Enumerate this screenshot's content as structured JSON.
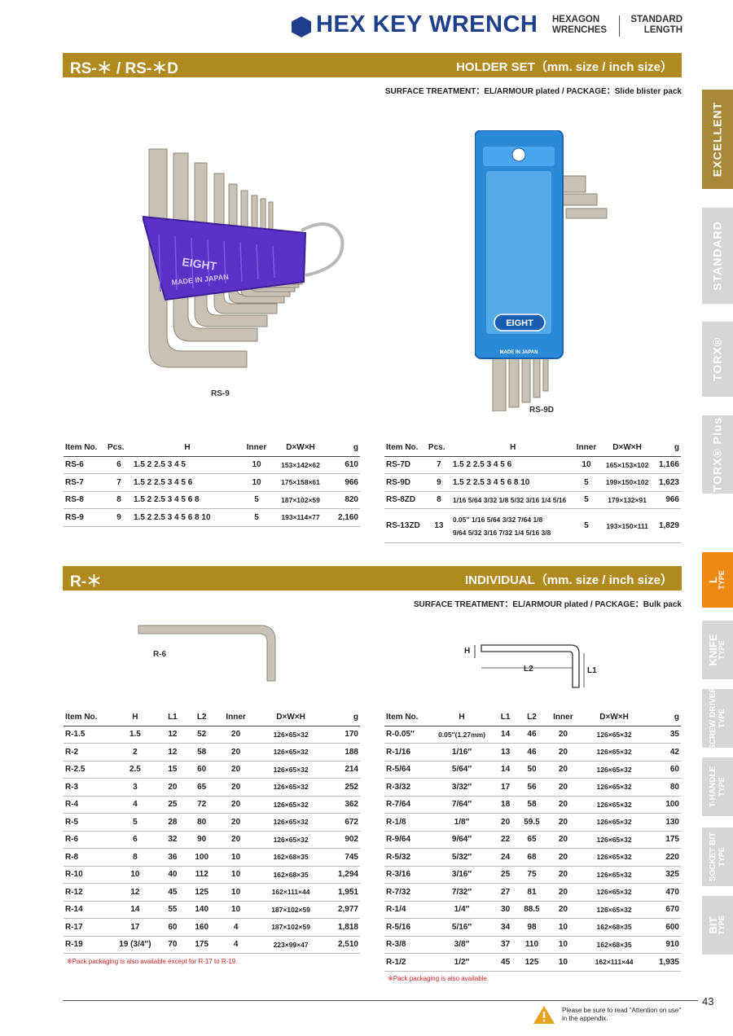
{
  "header": {
    "title": "HEX KEY WRENCH",
    "sub1_line1": "HEXAGON",
    "sub1_line2": "WRENCHES",
    "sub2_line1": "STANDARD",
    "sub2_line2": "LENGTH"
  },
  "section1": {
    "code": "RS-＊ / RS-＊D",
    "heading": "HOLDER SET（mm. size / inch size）",
    "surface": "SURFACE TREATMENT：EL/ARMOUR plated / PACKAGE：Slide blister pack",
    "photo_left_label": "RS-9",
    "photo_right_label": "RS-9D",
    "holder_text_left": "EIGHT",
    "holder_text_left2": "MADE IN JAPAN",
    "holder_text_right": "EIGHT",
    "holder_text_right2": "MADE IN JAPAN",
    "table_left": {
      "headers": [
        "Item No.",
        "Pcs.",
        "H",
        "Inner",
        "D×W×H",
        "g"
      ],
      "rows": [
        {
          "item": "RS-6",
          "pcs": "6",
          "h": "1.5  2  2.5  3  4  5",
          "inner": "10",
          "dwh": "153×142×62",
          "g": "610"
        },
        {
          "item": "RS-7",
          "pcs": "7",
          "h": "1.5  2  2.5  3  4  5  6",
          "inner": "10",
          "dwh": "175×158×61",
          "g": "966"
        },
        {
          "item": "RS-8",
          "pcs": "8",
          "h": "1.5  2  2.5  3  4  5  6  8",
          "inner": "5",
          "dwh": "187×102×59",
          "g": "820"
        },
        {
          "item": "RS-9",
          "pcs": "9",
          "h": "1.5  2  2.5  3  4  5  6  8  10",
          "inner": "5",
          "dwh": "193×114×77",
          "g": "2,160"
        }
      ]
    },
    "table_right": {
      "headers": [
        "Item No.",
        "Pcs.",
        "H",
        "Inner",
        "D×W×H",
        "g"
      ],
      "rows": [
        {
          "item": "RS-7D",
          "pcs": "7",
          "h": "1.5  2  2.5  3  4  5  6",
          "inner": "10",
          "dwh": "165×153×102",
          "g": "1,166"
        },
        {
          "item": "RS-9D",
          "pcs": "9",
          "h": "1.5  2  2.5  3  4  5  6  8  10",
          "inner": "5",
          "dwh": "199×150×102",
          "g": "1,623"
        },
        {
          "item": "RS-8ZD",
          "pcs": "8",
          "h": "1/16  5/64  3/32  1/8  5/32  3/16  1/4  5/16",
          "inner": "5",
          "dwh": "179×132×91",
          "g": "966"
        }
      ],
      "last_row": {
        "item": "RS-13ZD",
        "pcs": "13",
        "h1": "0.05″  1/16  5/64  3/32  7/64  1/8",
        "h2": "9/64  5/32  3/16  7/32  1/4  5/16  3/8",
        "inner": "5",
        "dwh": "193×150×111",
        "g": "1,829"
      }
    }
  },
  "section2": {
    "code": "R-＊",
    "heading": "INDIVIDUAL（mm. size / inch size）",
    "surface": "SURFACE TREATMENT：EL/ARMOUR plated / PACKAGE：Bulk pack",
    "photo_label": "R-6",
    "diagram": {
      "h": "H",
      "l1": "L1",
      "l2": "L2"
    },
    "table_left": {
      "headers": [
        "Item No.",
        "H",
        "L1",
        "L2",
        "Inner",
        "D×W×H",
        "g"
      ],
      "rows": [
        {
          "item": "R-1.5",
          "h": "1.5",
          "l1": "12",
          "l2": "52",
          "inner": "20",
          "dwh": "126×65×32",
          "g": "170"
        },
        {
          "item": "R-2",
          "h": "2",
          "l1": "12",
          "l2": "58",
          "inner": "20",
          "dwh": "126×65×32",
          "g": "188"
        },
        {
          "item": "R-2.5",
          "h": "2.5",
          "l1": "15",
          "l2": "60",
          "inner": "20",
          "dwh": "126×65×32",
          "g": "214"
        },
        {
          "item": "R-3",
          "h": "3",
          "l1": "20",
          "l2": "65",
          "inner": "20",
          "dwh": "126×65×32",
          "g": "252"
        },
        {
          "item": "R-4",
          "h": "4",
          "l1": "25",
          "l2": "72",
          "inner": "20",
          "dwh": "126×65×32",
          "g": "362"
        },
        {
          "item": "R-5",
          "h": "5",
          "l1": "28",
          "l2": "80",
          "inner": "20",
          "dwh": "126×65×32",
          "g": "672"
        },
        {
          "item": "R-6",
          "h": "6",
          "l1": "32",
          "l2": "90",
          "inner": "20",
          "dwh": "126×65×32",
          "g": "902"
        },
        {
          "item": "R-8",
          "h": "8",
          "l1": "36",
          "l2": "100",
          "inner": "10",
          "dwh": "162×68×35",
          "g": "745"
        },
        {
          "item": "R-10",
          "h": "10",
          "l1": "40",
          "l2": "112",
          "inner": "10",
          "dwh": "162×68×35",
          "g": "1,294"
        },
        {
          "item": "R-12",
          "h": "12",
          "l1": "45",
          "l2": "125",
          "inner": "10",
          "dwh": "162×111×44",
          "g": "1,951"
        },
        {
          "item": "R-14",
          "h": "14",
          "l1": "55",
          "l2": "140",
          "inner": "10",
          "dwh": "187×102×59",
          "g": "2,977"
        },
        {
          "item": "R-17",
          "h": "17",
          "l1": "60",
          "l2": "160",
          "inner": "4",
          "dwh": "187×102×59",
          "g": "1,818"
        },
        {
          "item": "R-19",
          "h": "19 (3/4″)",
          "l1": "70",
          "l2": "175",
          "inner": "4",
          "dwh": "223×99×47",
          "g": "2,510"
        }
      ],
      "note": "※Pack packaging is also available except for R-17 to R-19."
    },
    "table_right": {
      "headers": [
        "Item No.",
        "H",
        "L1",
        "L2",
        "Inner",
        "D×W×H",
        "g"
      ],
      "rows": [
        {
          "item": "R-0.05″",
          "h": "0.05″(1.27mm)",
          "l1": "14",
          "l2": "46",
          "inner": "20",
          "dwh": "126×65×32",
          "g": "35"
        },
        {
          "item": "R-1/16",
          "h": "1/16″",
          "l1": "13",
          "l2": "46",
          "inner": "20",
          "dwh": "126×65×32",
          "g": "42"
        },
        {
          "item": "R-5/64",
          "h": "5/64″",
          "l1": "14",
          "l2": "50",
          "inner": "20",
          "dwh": "126×65×32",
          "g": "60"
        },
        {
          "item": "R-3/32",
          "h": "3/32″",
          "l1": "17",
          "l2": "56",
          "inner": "20",
          "dwh": "126×65×32",
          "g": "80"
        },
        {
          "item": "R-7/64",
          "h": "7/64″",
          "l1": "18",
          "l2": "58",
          "inner": "20",
          "dwh": "126×65×32",
          "g": "100"
        },
        {
          "item": "R-1/8",
          "h": "1/8″",
          "l1": "20",
          "l2": "59.5",
          "inner": "20",
          "dwh": "126×65×32",
          "g": "130"
        },
        {
          "item": "R-9/64",
          "h": "9/64″",
          "l1": "22",
          "l2": "65",
          "inner": "20",
          "dwh": "126×65×32",
          "g": "175"
        },
        {
          "item": "R-5/32",
          "h": "5/32″",
          "l1": "24",
          "l2": "68",
          "inner": "20",
          "dwh": "126×65×32",
          "g": "220"
        },
        {
          "item": "R-3/16",
          "h": "3/16″",
          "l1": "25",
          "l2": "75",
          "inner": "20",
          "dwh": "126×65×32",
          "g": "325"
        },
        {
          "item": "R-7/32",
          "h": "7/32″",
          "l1": "27",
          "l2": "81",
          "inner": "20",
          "dwh": "126×65×32",
          "g": "470"
        },
        {
          "item": "R-1/4",
          "h": "1/4″",
          "l1": "30",
          "l2": "88.5",
          "inner": "20",
          "dwh": "126×65×32",
          "g": "670"
        },
        {
          "item": "R-5/16",
          "h": "5/16″",
          "l1": "34",
          "l2": "98",
          "inner": "10",
          "dwh": "162×68×35",
          "g": "600"
        },
        {
          "item": "R-3/8",
          "h": "3/8″",
          "l1": "37",
          "l2": "110",
          "inner": "10",
          "dwh": "162×68×35",
          "g": "910"
        },
        {
          "item": "R-1/2",
          "h": "1/2″",
          "l1": "45",
          "l2": "125",
          "inner": "10",
          "dwh": "162×111×44",
          "g": "1,935"
        }
      ],
      "note": "※Pack packaging is also available."
    }
  },
  "side_tabs": [
    {
      "label": "EXCELLENT",
      "sub": "",
      "color": "#a8893a",
      "active": false
    },
    {
      "label": "STANDARD",
      "sub": "",
      "color": "#d6d6d6",
      "active": false
    },
    {
      "label": "TORX®",
      "sub": "",
      "color": "#d6d6d6",
      "active": false
    },
    {
      "label": "TORX® Plus",
      "sub": "",
      "color": "#d6d6d6",
      "active": false
    },
    {
      "label": "L",
      "sub": "TYPE",
      "color": "#ee8a12",
      "active": true
    },
    {
      "label": "KNIFE",
      "sub": "TYPE",
      "color": "#d6d6d6",
      "active": false
    },
    {
      "label": "SCREW DRIVER",
      "sub": "TYPE",
      "color": "#d6d6d6",
      "active": false
    },
    {
      "label": "T-HANDLE",
      "sub": "TYPE",
      "color": "#d6d6d6",
      "active": false
    },
    {
      "label": "SOCKET BIT",
      "sub": "TYPE",
      "color": "#d6d6d6",
      "active": false
    },
    {
      "label": "BIT",
      "sub": "TYPE",
      "color": "#d6d6d6",
      "active": false
    }
  ],
  "footer": {
    "page_number": "43",
    "warning_line1": "Please be sure to read \"Attention on use\"",
    "warning_line2": "in the appendix."
  },
  "colors": {
    "accent_gold": "#b08a1e",
    "title_blue": "#1e3f8c",
    "active_tab": "#ee8a12",
    "holder_purple": "#5a32c8",
    "holder_blue": "#2a8ad8"
  }
}
